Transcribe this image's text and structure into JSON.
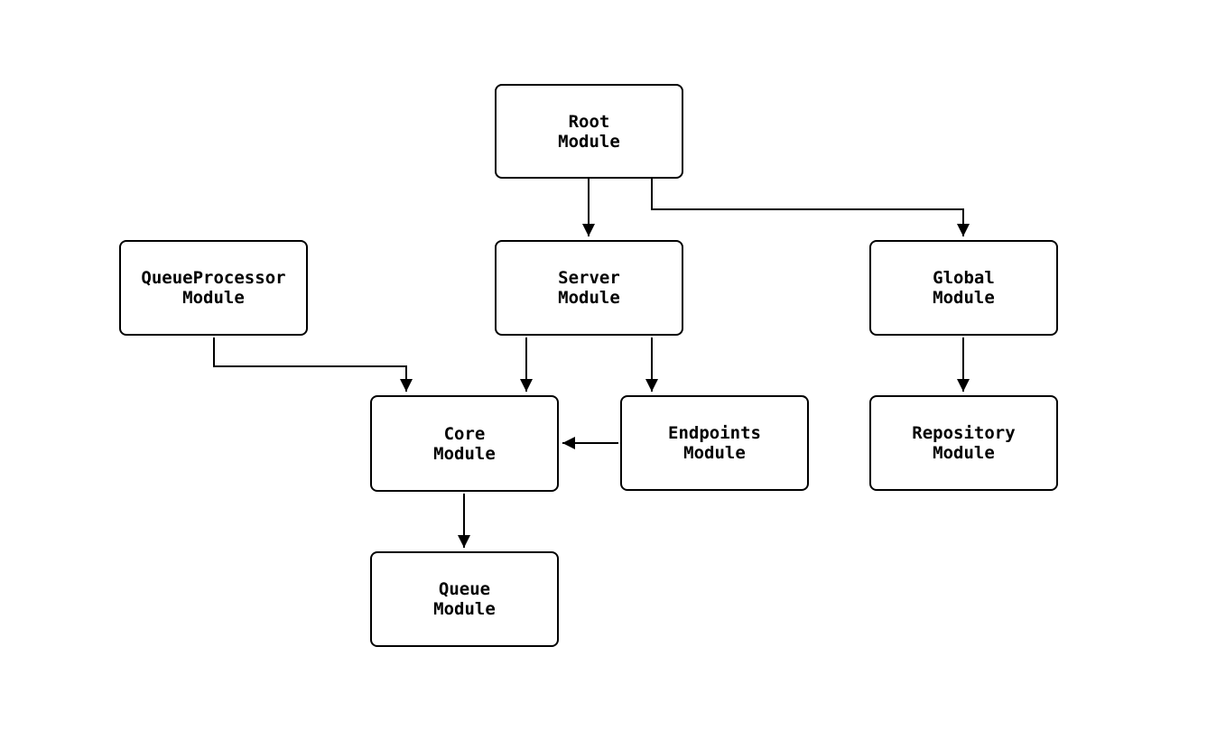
{
  "diagram": {
    "type": "flowchart",
    "background_color": "#ffffff",
    "stroke_color": "#000000",
    "nodes": {
      "root": {
        "line1": "Root",
        "line2": "Module"
      },
      "server": {
        "line1": "Server",
        "line2": "Module"
      },
      "queueprocessor": {
        "line1": "QueueProcessor",
        "line2": "Module"
      },
      "global": {
        "line1": "Global",
        "line2": "Module"
      },
      "core": {
        "line1": "Core",
        "line2": "Module"
      },
      "endpoints": {
        "line1": "Endpoints",
        "line2": "Module"
      },
      "repository": {
        "line1": "Repository",
        "line2": "Module"
      },
      "queue": {
        "line1": "Queue",
        "line2": "Module"
      }
    },
    "edges": [
      {
        "from": "Root Module",
        "to": "Server Module"
      },
      {
        "from": "Root Module",
        "to": "Global Module"
      },
      {
        "from": "QueueProcessor Module",
        "to": "Core Module"
      },
      {
        "from": "Server Module",
        "to": "Core Module"
      },
      {
        "from": "Server Module",
        "to": "Endpoints Module"
      },
      {
        "from": "Endpoints Module",
        "to": "Core Module"
      },
      {
        "from": "Global Module",
        "to": "Repository Module"
      },
      {
        "from": "Core Module",
        "to": "Queue Module"
      }
    ]
  }
}
